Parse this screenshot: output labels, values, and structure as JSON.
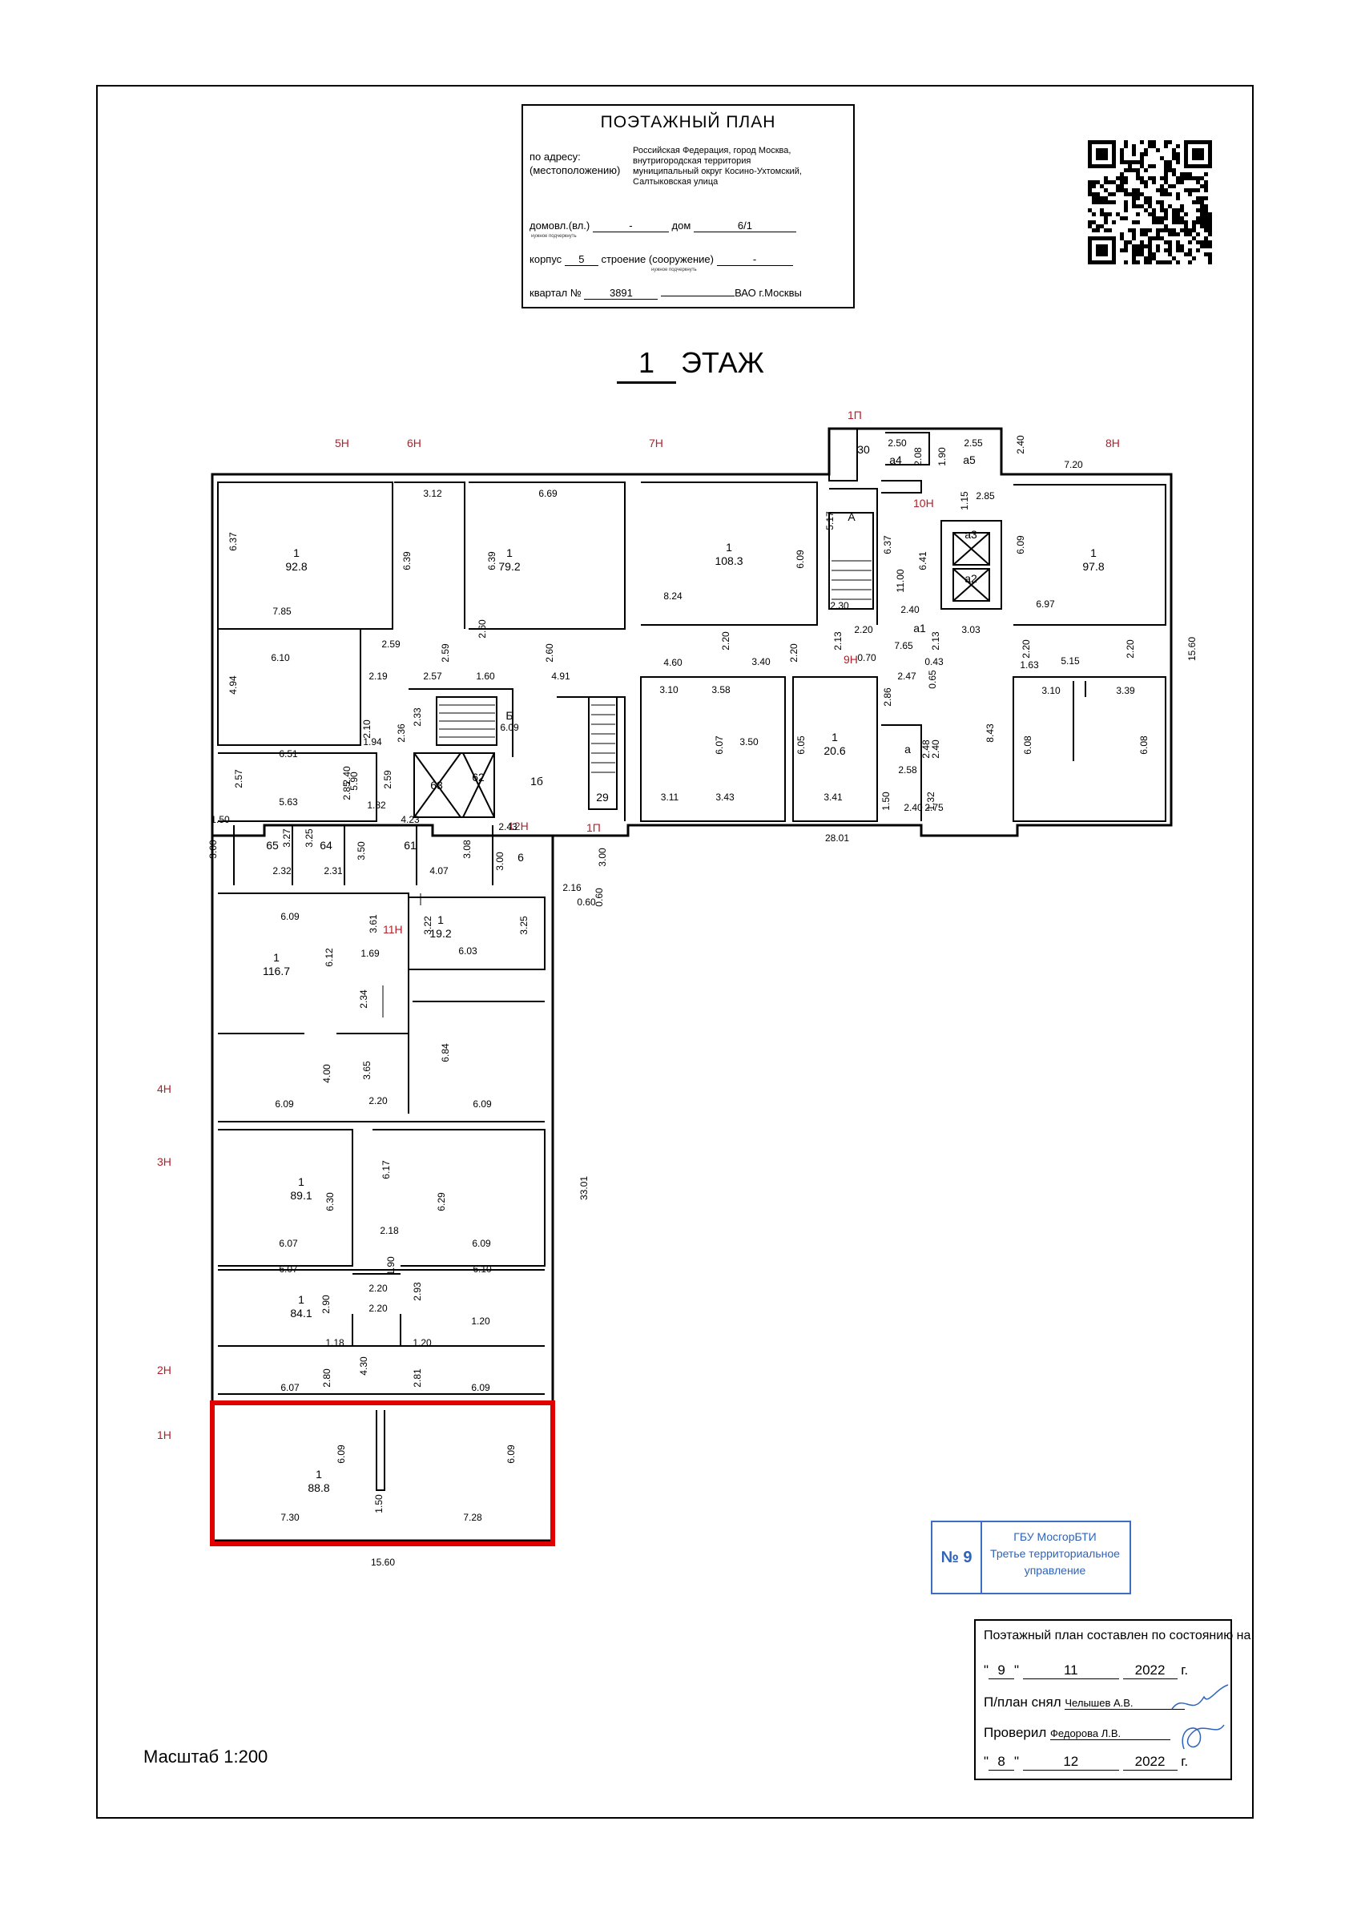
{
  "title_block": {
    "title": "ПОЭТАЖНЫЙ ПЛАН",
    "address_label_1": "по адресу:",
    "address_label_2": "(местоположению)",
    "address_lines": [
      "Российская Федерация, город Москва,",
      "внутригородская территория",
      "муниципальный округ Косино-Ухтомский,",
      "Салтыковская улица"
    ],
    "domovl_label": "домовл.(вл.)",
    "domovl_value": "-",
    "dom_label": "дом",
    "dom_value": "6/1",
    "korpus_label": "корпус",
    "korpus_value": "5",
    "stroenie_label": "строение (сооружение)",
    "stroenie_value": "-",
    "kvartal_label": "квартал №",
    "kvartal_value": "3891",
    "okrug_value": "ВАО г.Москвы",
    "small_note": "нужное подчеркнуть"
  },
  "floor": {
    "number": "1",
    "label": "ЭТАЖ"
  },
  "plan_labels": {
    "sections": [
      "5Н",
      "6Н",
      "7Н",
      "1П",
      "8Н",
      "10Н",
      "9Н",
      "12Н",
      "1П",
      "11Н",
      "4Н",
      "3Н",
      "2Н",
      "1Н"
    ],
    "rooms": [
      "92.8",
      "79.2",
      "108.3",
      "97.8",
      "20.6",
      "19.2",
      "116.7",
      "89.1",
      "84.1",
      "88.8"
    ],
    "room_prefix": "1",
    "dims": [
      "6.37",
      "7.85",
      "6.10",
      "4.94",
      "3.12",
      "6.69",
      "6.39",
      "6.39",
      "2.59",
      "2.59",
      "2.60",
      "2.60",
      "2.19",
      "2.57",
      "1.60",
      "4.91",
      "8.24",
      "4.60",
      "2.20",
      "3.40",
      "2.20",
      "6.09",
      "3.10",
      "3.58",
      "6.07",
      "3.50",
      "6.05",
      "3.11",
      "3.43",
      "3.41",
      "28.01",
      "5.17",
      "2.30",
      "2.13",
      "2.20",
      "0.70",
      "6.37",
      "11.00",
      "2.40",
      "7.65",
      "2.47",
      "2.13",
      "0.43",
      "0.65",
      "2.86",
      "2.48",
      "2.58",
      "2.40",
      "1.50",
      "2.40",
      "1.32",
      "2.75",
      "8.43",
      "2.50",
      "2.08",
      "1.90",
      "2.55",
      "2.40",
      "7.20",
      "2.85",
      "1.15",
      "6.41",
      "6.09",
      "6.97",
      "3.03",
      "2.20",
      "1.63",
      "5.15",
      "2.20",
      "3.10",
      "3.39",
      "6.08",
      "6.08",
      "15.60",
      "2.10",
      "1.94",
      "2.36",
      "2.33",
      "6.09",
      "6.51",
      "2.57",
      "2.40",
      "5.90",
      "2.59",
      "1.82",
      "5.63",
      "4.23",
      "2.85",
      "1.50",
      "3.00",
      "3.27",
      "3.25",
      "3.50",
      "2.32",
      "2.31",
      "4.07",
      "2.43",
      "3.08",
      "3.00",
      "3.00",
      "2.16",
      "0.60",
      "0.60",
      "6.09",
      "6.12",
      "3.61",
      "1.69",
      "3.22",
      "6.03",
      "3.25",
      "2.34",
      "6.84",
      "4.00",
      "3.65",
      "6.09",
      "2.20",
      "6.09",
      "6.17",
      "6.30",
      "6.29",
      "6.07",
      "2.18",
      "6.09",
      "6.07",
      "1.90",
      "6.10",
      "2.90",
      "2.20",
      "2.93",
      "2.20",
      "1.20",
      "1.18",
      "1.20",
      "2.80",
      "4.30",
      "2.81",
      "6.07",
      "6.09",
      "33.01",
      "6.09",
      "6.09",
      "1.50",
      "7.30",
      "7.28",
      "15.60"
    ],
    "aux": [
      "Б",
      "63",
      "62",
      "1б",
      "29",
      "61",
      "6",
      "65",
      "64",
      "30",
      "а4",
      "а5",
      "А",
      "а1",
      "а3",
      "а2",
      "а"
    ]
  },
  "stamp": {
    "number": "№ 9",
    "lines": [
      "ГБУ МосгорБТИ",
      "Третье территориальное",
      "управление"
    ]
  },
  "approval": {
    "line1": "Поэтажный план составлен по состоянию на",
    "date1_day": "9",
    "date1_month": "11",
    "date1_year": "2022",
    "year_suffix": "г.",
    "surveyed_label": "П/план снял",
    "surveyed_name": "Челышев А.В.",
    "checked_label": "Проверил",
    "checked_name": "Федорова Л.В.",
    "date2_day": "8",
    "date2_month": "12",
    "date2_year": "2022"
  },
  "scale": "Масштаб 1:200",
  "colors": {
    "highlight": "#e10000",
    "section_labels": "#b0202a",
    "stamp": "#2e63bb",
    "lines": "#000000"
  }
}
